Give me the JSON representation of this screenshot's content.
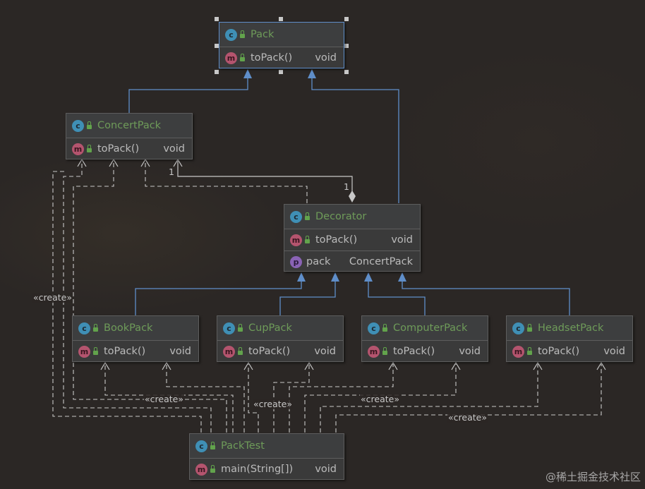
{
  "classes": {
    "pack": {
      "name": "Pack",
      "icon": "c",
      "members": [
        {
          "icon": "m",
          "name": "toPack()",
          "type": "void"
        }
      ]
    },
    "concertpack": {
      "name": "ConcertPack",
      "icon": "c",
      "members": [
        {
          "icon": "m",
          "name": "toPack()",
          "type": "void"
        }
      ]
    },
    "decorator": {
      "name": "Decorator",
      "icon": "c",
      "members": [
        {
          "icon": "m",
          "name": "toPack()",
          "type": "void"
        },
        {
          "icon": "p",
          "name": "pack",
          "type": "ConcertPack"
        }
      ]
    },
    "bookpack": {
      "name": "BookPack",
      "icon": "c",
      "members": [
        {
          "icon": "m",
          "name": "toPack()",
          "type": "void"
        }
      ]
    },
    "cuppack": {
      "name": "CupPack",
      "icon": "c",
      "members": [
        {
          "icon": "m",
          "name": "toPack()",
          "type": "void"
        }
      ]
    },
    "computerpack": {
      "name": "ComputerPack",
      "icon": "c",
      "members": [
        {
          "icon": "m",
          "name": "toPack()",
          "type": "void"
        }
      ]
    },
    "headsetpack": {
      "name": "HeadsetPack",
      "icon": "c",
      "members": [
        {
          "icon": "m",
          "name": "toPack()",
          "type": "void"
        }
      ]
    },
    "packtest": {
      "name": "PackTest",
      "icon": "c",
      "members": [
        {
          "icon": "m",
          "name": "main(String[])",
          "type": "void"
        }
      ]
    }
  },
  "labels": {
    "create": "«create»",
    "mult_one": "1"
  },
  "colors": {
    "background": "#2b2725",
    "inheritance_edge": "#5f8ec9",
    "dependency_edge": "#c8c8c8",
    "class_name": "#6e9b59"
  },
  "watermark": "@稀土掘金技术社区"
}
